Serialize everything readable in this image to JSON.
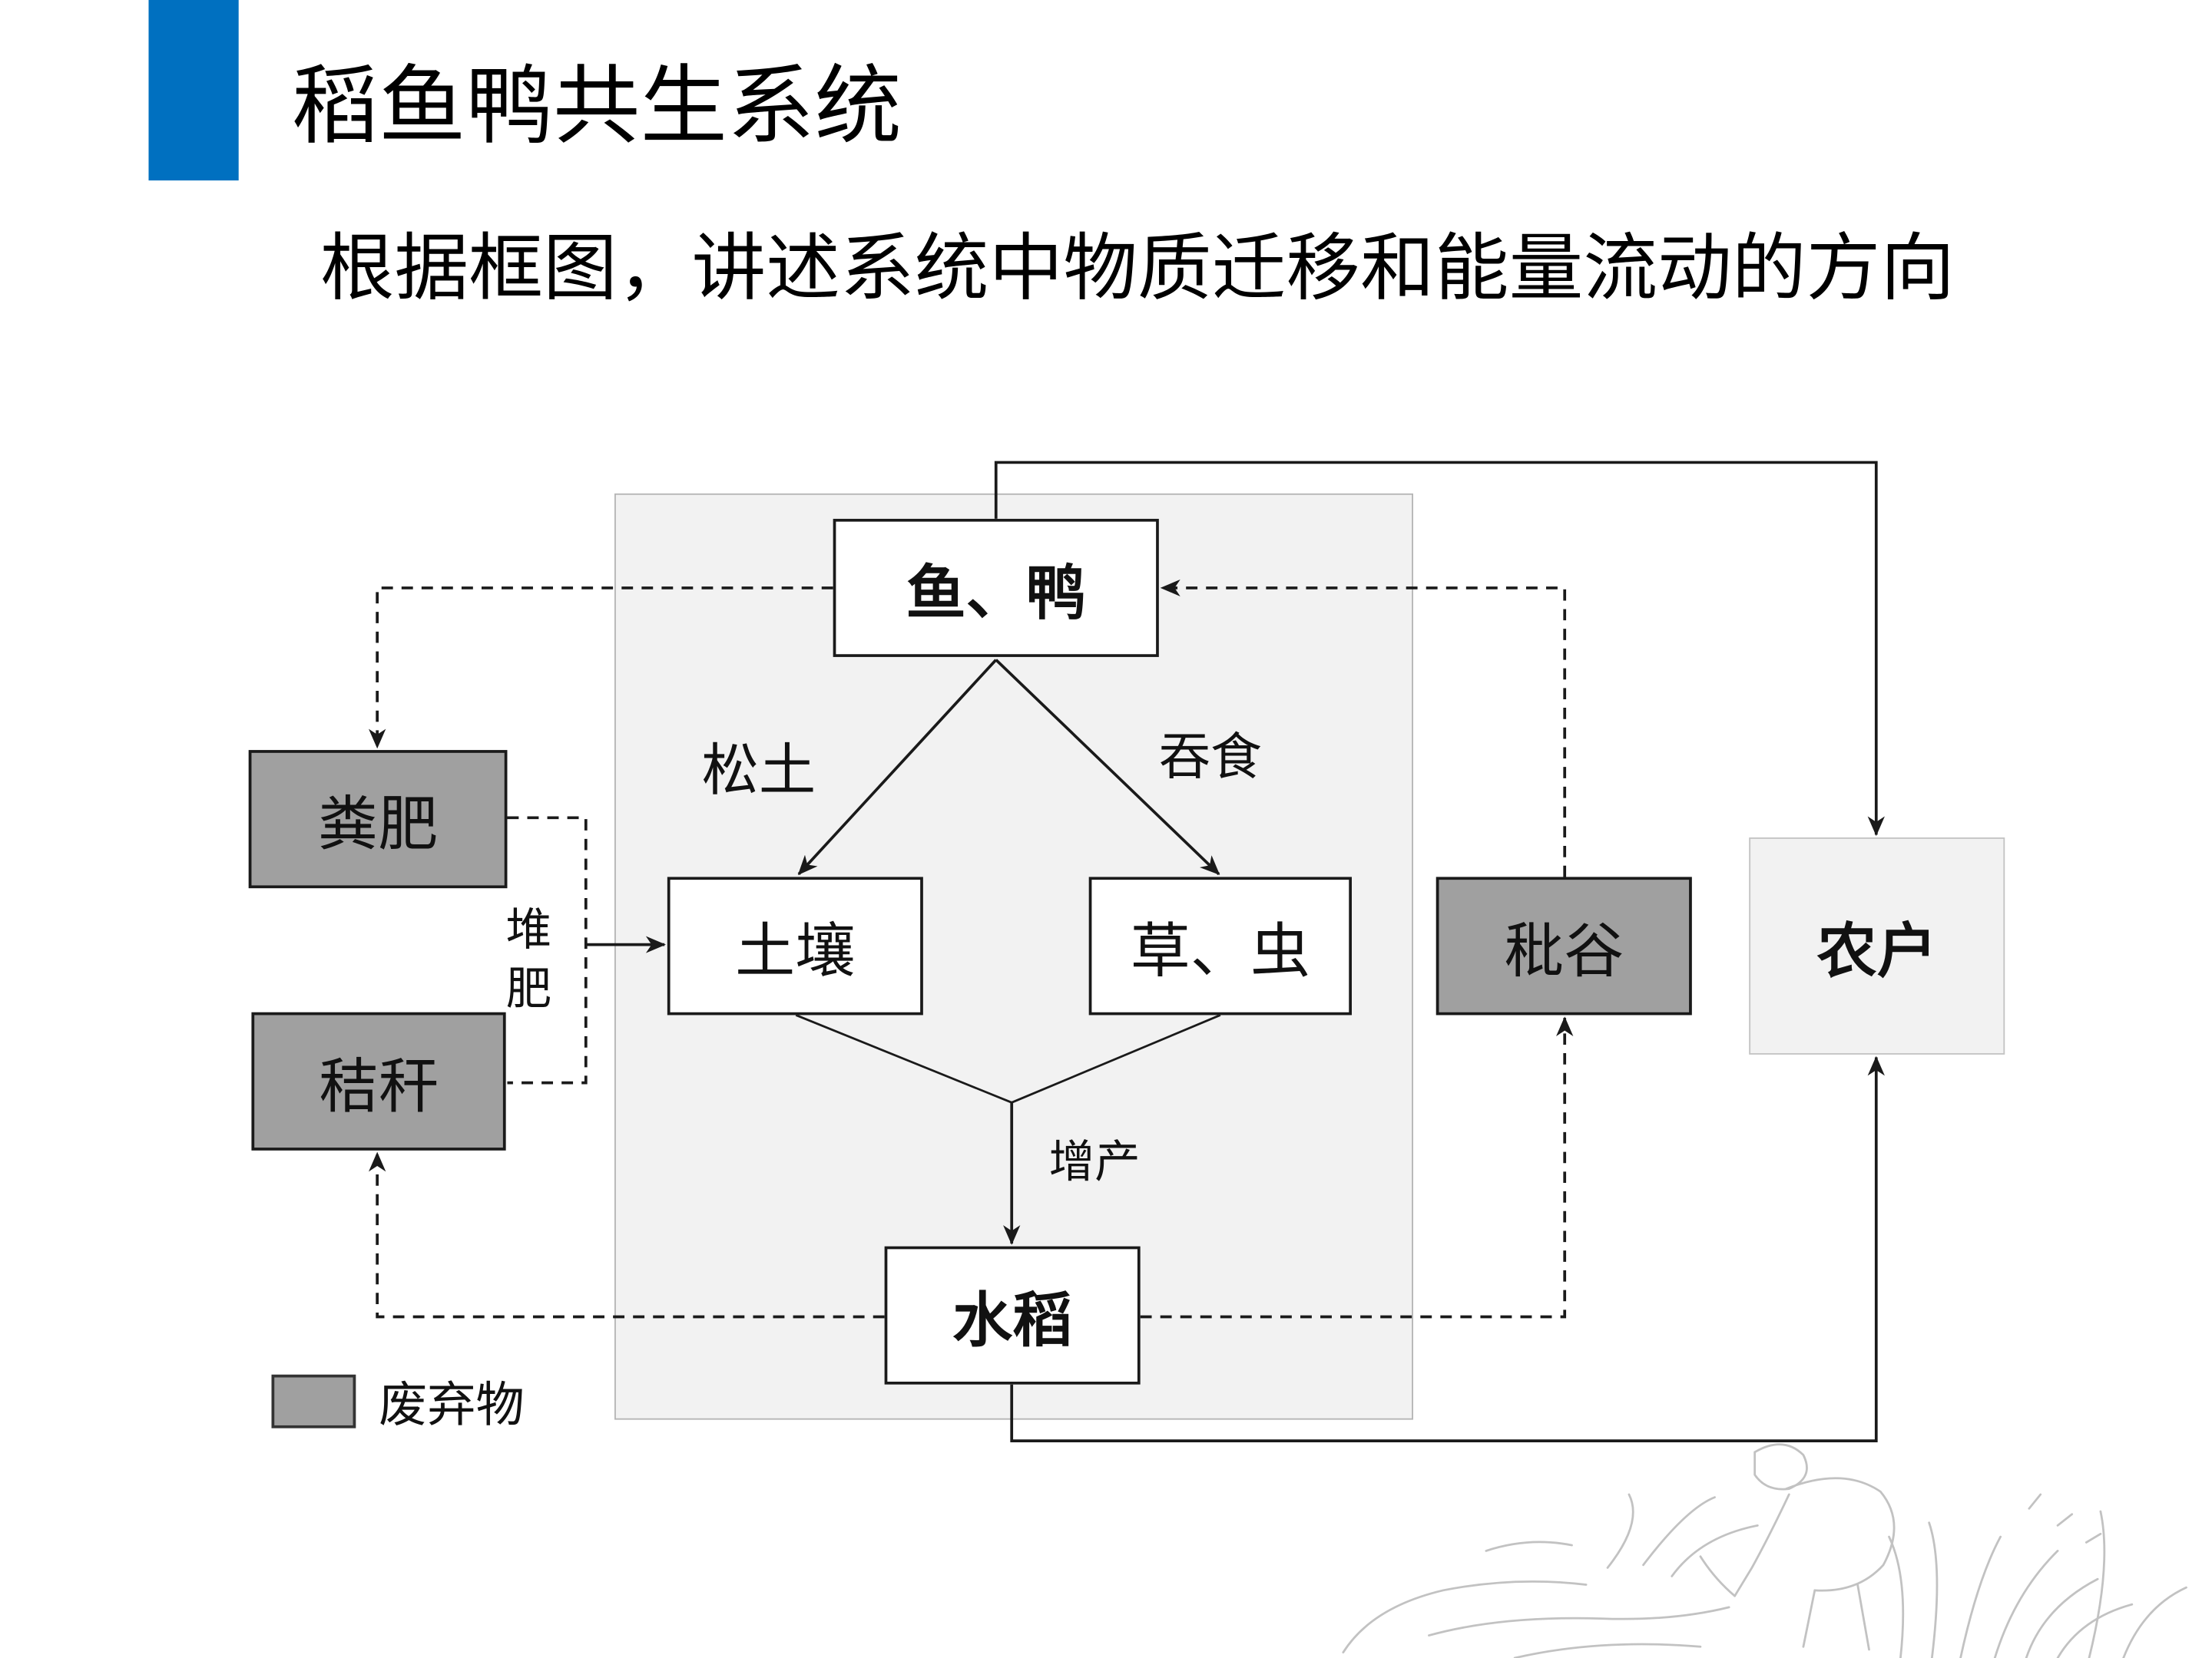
{
  "slide": {
    "title": "稻鱼鸭共生系统",
    "subtitle": "根据框图，讲述系统中物质迁移和能量流动的方向"
  },
  "diagram": {
    "nodes": {
      "fish_duck": "鱼、鸭",
      "manure": "粪肥",
      "straw": "秸秆",
      "soil": "土壤",
      "weeds_insects": "草、虫",
      "chaff": "秕谷",
      "farmer": "农户",
      "rice": "水稻"
    },
    "edge_labels": {
      "loosen_soil": "松土",
      "eat": "吞食",
      "compost": "堆肥",
      "yield_increase": "增产"
    },
    "legend": {
      "waste_label": "废弃物"
    }
  },
  "colors": {
    "accent": "#0070C0",
    "waste_fill": "#A0A0A0",
    "panel_fill": "#F2F2F2"
  }
}
